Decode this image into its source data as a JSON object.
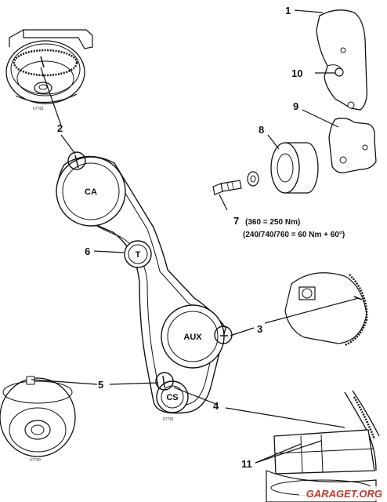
{
  "callouts": {
    "n1": "1",
    "n2": "2",
    "n3": "3",
    "n4": "4",
    "n5": "5",
    "n6": "6",
    "n7": "7",
    "n8": "8",
    "n9": "9",
    "n10": "10",
    "n11": "11"
  },
  "pulleys": {
    "camshaft": "CA",
    "tensioner": "T",
    "auxiliary": "AUX",
    "crankshaft": "CS"
  },
  "torque_specs": {
    "spec_360": "(360 = 250 Nm)",
    "spec_240": "(240/740/760 = 60 Nm + 60°)"
  },
  "art_numbers": [
    "67781",
    "67781",
    "67790"
  ],
  "watermark": {
    "text": "GARAGET.ORG",
    "color": "#c0392b"
  },
  "colors": {
    "line": "#111111",
    "background": "#ffffff"
  }
}
